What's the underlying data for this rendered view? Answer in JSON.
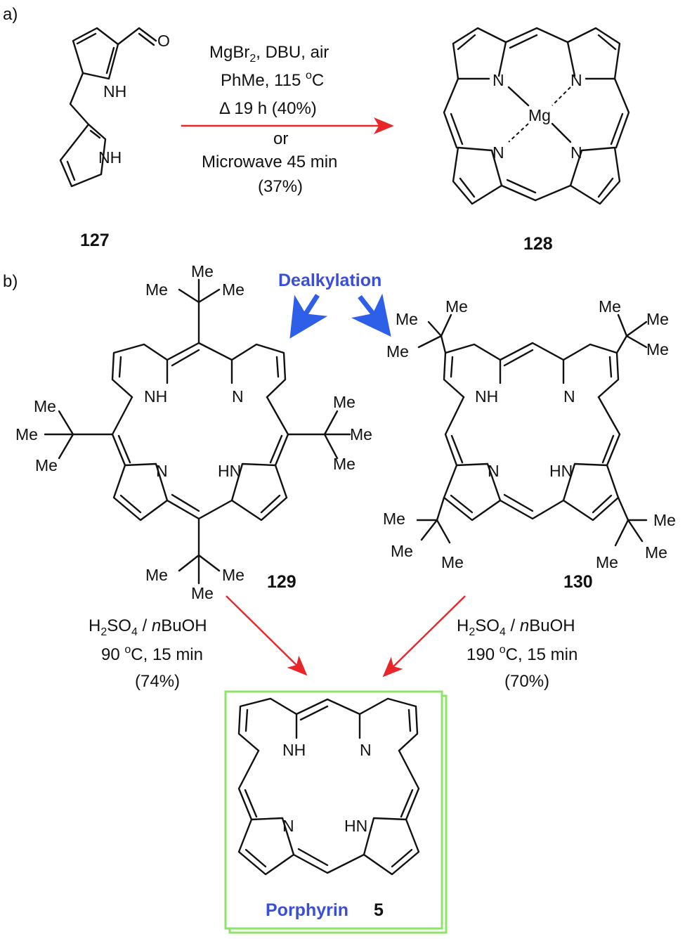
{
  "panels": {
    "a_label": "a)",
    "b_label": "b)"
  },
  "compounds": {
    "c127": "127",
    "c128": "128",
    "c129": "129",
    "c130": "130",
    "porphyrin_name": "Porphyrin",
    "porphyrin_num": "5"
  },
  "atoms": {
    "O": "O",
    "NH": "NH",
    "HN": "HN",
    "N": "N",
    "Mg": "Mg",
    "Me": "Me"
  },
  "reaction_a": {
    "line1": "MgBr",
    "line1_sub": "2",
    "line1_rest": ", DBU, air",
    "line2": "PhMe, 115 ",
    "line2_sup": "o",
    "line2_rest": "C",
    "line3": "Δ 19 h (40%)",
    "line4": "or",
    "line5": "Microwave 45 min",
    "line6": "(37%)"
  },
  "dealkylation": "Dealkylation",
  "reaction_left": {
    "l1a": "H",
    "l1sub": "2",
    "l1b": "SO",
    "l1sub2": "4",
    "l1c": " / ",
    "l1d": "n",
    "l1e": "BuOH",
    "l2a": "90 ",
    "l2sup": "o",
    "l2b": "C, 15 min",
    "l3": "(74%)"
  },
  "reaction_right": {
    "l1a": "H",
    "l1sub": "2",
    "l1b": "SO",
    "l1sub2": "4",
    "l1c": " /  ",
    "l1d": "n",
    "l1e": "BuOH",
    "l2a": "190 ",
    "l2sup": "o",
    "l2b": "C, 15 min",
    "l3": "(70%)"
  },
  "colors": {
    "arrow_red": "#e8262a",
    "arrow_blue": "#2e5fe8",
    "label_blue": "#3a4fd8",
    "box_green": "#8fe36a"
  }
}
